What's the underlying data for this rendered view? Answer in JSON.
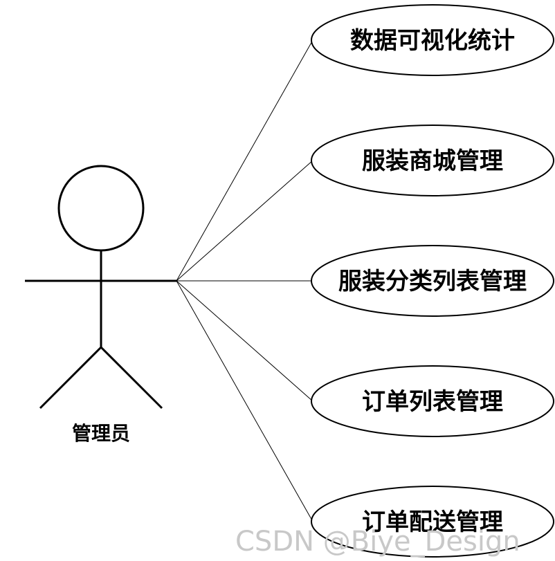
{
  "actor": {
    "label": "管理员"
  },
  "use_cases": [
    {
      "label": "数据可视化统计"
    },
    {
      "label": "服装商城管理"
    },
    {
      "label": "服装分类列表管理"
    },
    {
      "label": "订单列表管理"
    },
    {
      "label": "订单配送管理"
    }
  ],
  "watermark": "CSDN @Biye_Design"
}
